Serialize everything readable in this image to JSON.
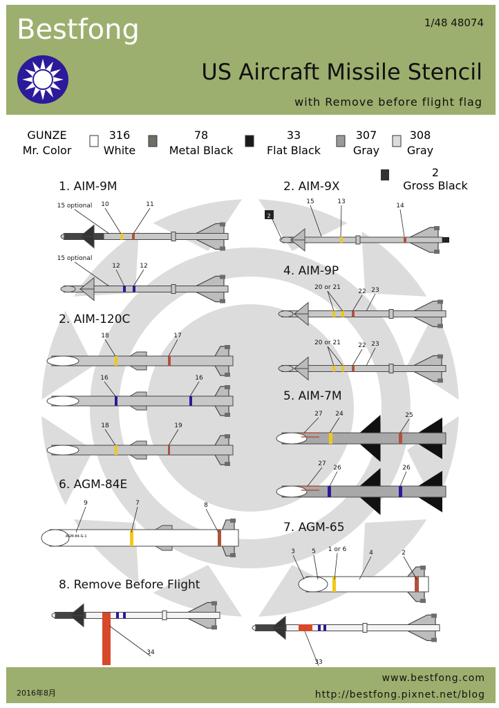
{
  "header": {
    "brand": "Bestfong",
    "scale": "1/48  48074",
    "title": "US Aircraft Missile Stencil",
    "subtitle": "with Remove before flight flag",
    "accent": "#9caf6e"
  },
  "paints": {
    "label1": "GUNZE",
    "label2": "Mr. Color",
    "items": [
      {
        "code": "316",
        "name": "White",
        "color": "#ffffff"
      },
      {
        "code": "78",
        "name": "Metal Black",
        "color": "#6f6e66"
      },
      {
        "code": "33",
        "name": "Flat Black",
        "color": "#1c1a1a"
      },
      {
        "code": "307",
        "name": "Gray",
        "color": "#9a9a9a"
      },
      {
        "code": "308",
        "name": "Gray",
        "color": "#dcdcdc"
      }
    ],
    "extra": {
      "code": "2",
      "name": "Gross Black",
      "color": "#333333"
    }
  },
  "sections": [
    "1. AIM-9M",
    "2. AIM-9X",
    "4. AIM-9P",
    "2. AIM-120C",
    "5. AIM-7M",
    "6. AGM-84E",
    "7. AGM-65",
    "8. Remove Before Flight"
  ],
  "callouts": [
    "15 optional",
    "10",
    "11",
    "15 optional",
    "12",
    "12",
    "15",
    "13",
    "14",
    "2",
    "20 or 21",
    "22",
    "23",
    "20 or 21",
    "22",
    "23",
    "18",
    "17",
    "16",
    "16",
    "18",
    "19",
    "27",
    "24",
    "25",
    "27",
    "26",
    "26",
    "9",
    "7",
    "8",
    "3",
    "5",
    "1 or 6",
    "4",
    "2",
    "34",
    "33"
  ],
  "stencil_text": {
    "agm84": "AGM-84-G-1"
  },
  "footer": {
    "date": "2016年8月",
    "url1": "www.bestfong.com",
    "url2": "http://bestfong.pixnet.net/blog"
  }
}
